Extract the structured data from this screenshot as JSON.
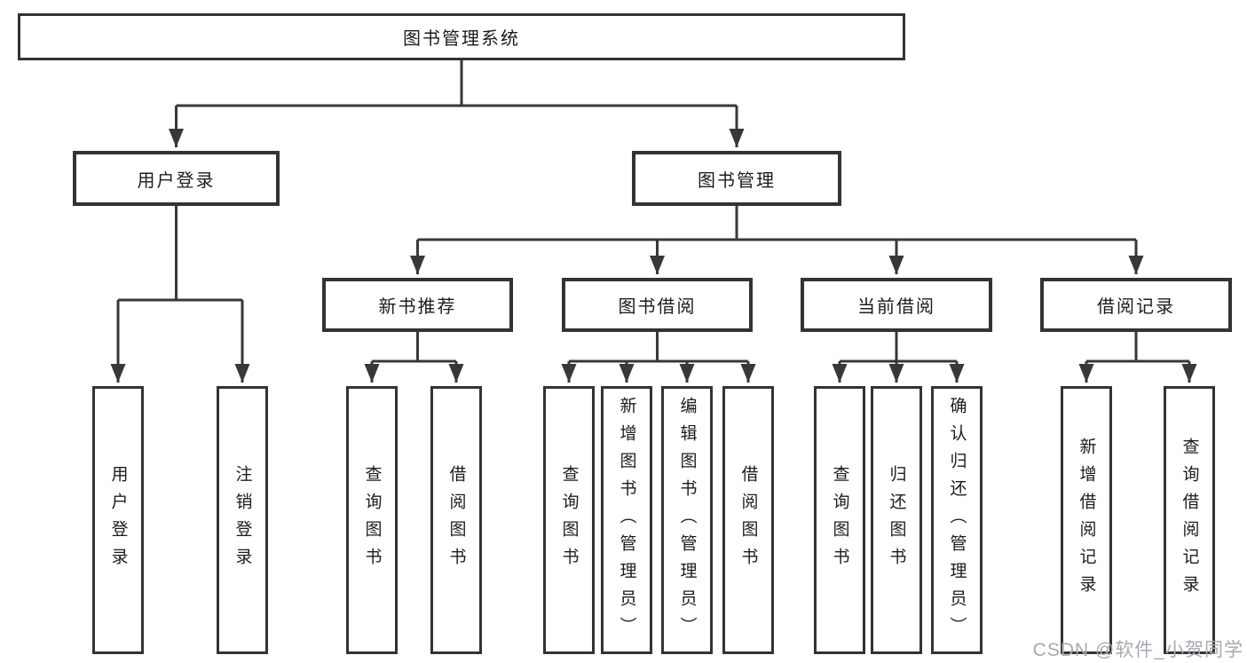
{
  "diagram_type": "hierarchy-structure-chart",
  "tree": {
    "root": {
      "label": "图书管理系统"
    },
    "branches": [
      {
        "label": "用户登录",
        "children": [
          {
            "label": "用户登录"
          },
          {
            "label": "注销登录"
          }
        ]
      },
      {
        "label": "图书管理",
        "groups": [
          {
            "label": "新书推荐",
            "children": [
              {
                "label": "查询图书"
              },
              {
                "label": "借阅图书"
              }
            ]
          },
          {
            "label": "图书借阅",
            "children": [
              {
                "label": "查询图书"
              },
              {
                "label": "新增图书（管理员）"
              },
              {
                "label": "编辑图书（管理员）"
              },
              {
                "label": "借阅图书"
              }
            ]
          },
          {
            "label": "当前借阅",
            "children": [
              {
                "label": "查询图书"
              },
              {
                "label": "归还图书"
              },
              {
                "label": "确认归还（管理员）"
              }
            ]
          },
          {
            "label": "借阅记录",
            "children": [
              {
                "label": "新增借阅记录"
              },
              {
                "label": "查询借阅记录"
              }
            ]
          }
        ]
      }
    ]
  },
  "watermark": {
    "text": "CSDN @软件_小贺同学"
  },
  "colors": {
    "line": "#383838",
    "box-border": "#333333",
    "box-fill": "#ffffff",
    "text": "#1c1c1c",
    "watermark": "#a6abb0",
    "background": "#ffffff"
  }
}
